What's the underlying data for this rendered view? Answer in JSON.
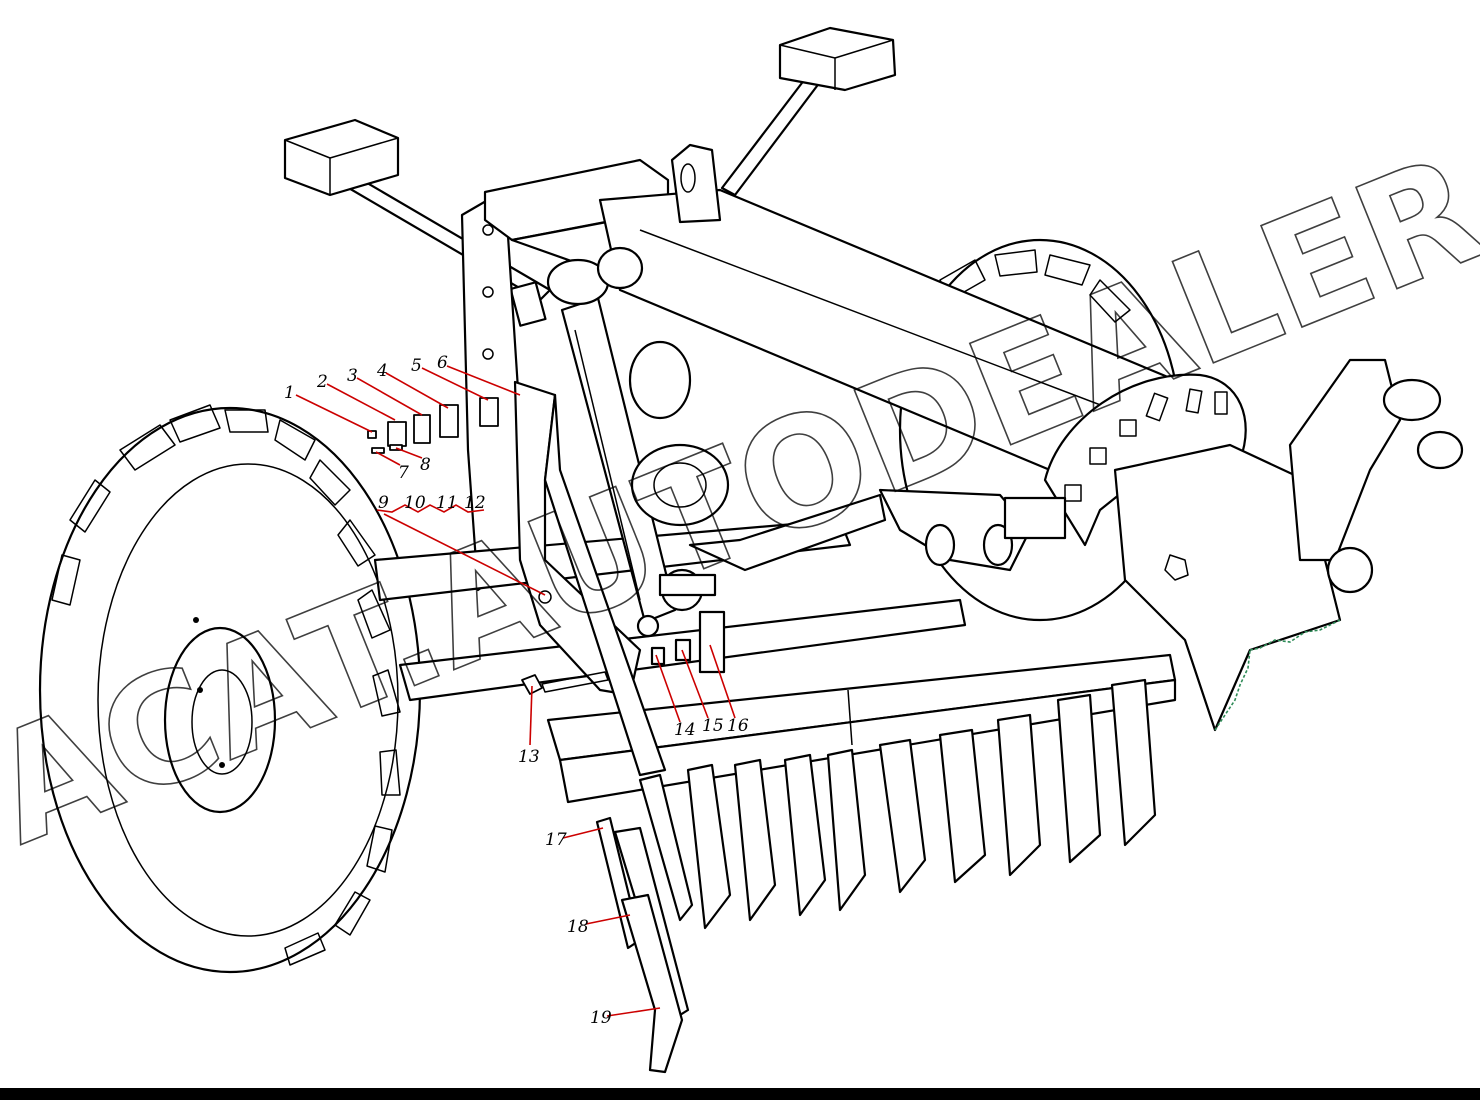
{
  "watermark": "ACAT.AUTODEALER.RU",
  "callouts": [
    {
      "id": "c1",
      "label": "1"
    },
    {
      "id": "c2",
      "label": "2"
    },
    {
      "id": "c3",
      "label": "3"
    },
    {
      "id": "c4",
      "label": "4"
    },
    {
      "id": "c5",
      "label": "5"
    },
    {
      "id": "c6",
      "label": "6"
    },
    {
      "id": "c7",
      "label": "7"
    },
    {
      "id": "c8",
      "label": "8"
    },
    {
      "id": "c9",
      "label": "9"
    },
    {
      "id": "c10",
      "label": "10"
    },
    {
      "id": "c11",
      "label": "11"
    },
    {
      "id": "c12",
      "label": "12"
    },
    {
      "id": "c13",
      "label": "13"
    },
    {
      "id": "c14",
      "label": "14"
    },
    {
      "id": "c15",
      "label": "15"
    },
    {
      "id": "c16",
      "label": "16"
    },
    {
      "id": "c17",
      "label": "17"
    },
    {
      "id": "c18",
      "label": "18"
    },
    {
      "id": "c19",
      "label": "19"
    }
  ],
  "colors": {
    "ink": "#000000",
    "leader": "#cc0000",
    "background": "#ffffff",
    "ground": "#2e8b57"
  }
}
